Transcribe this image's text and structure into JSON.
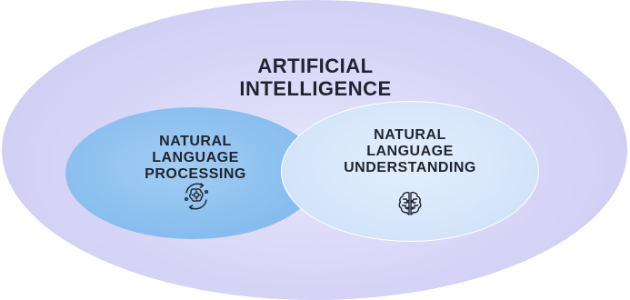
{
  "diagram": {
    "outer": {
      "label_lines": [
        "ARTIFICIAL",
        "INTELLIGENCE"
      ],
      "color": "#d6d4f6"
    },
    "left_circle": {
      "label_lines": [
        "NATURAL",
        "LANGUAGE",
        "PROCESSING"
      ],
      "icon": "brain-gear-icon",
      "color": "#86bcee"
    },
    "right_circle": {
      "label_lines": [
        "NATURAL",
        "LANGUAGE",
        "UNDERSTANDING"
      ],
      "icon": "brain-circuit-icon",
      "color": "#d3e4fa"
    }
  }
}
